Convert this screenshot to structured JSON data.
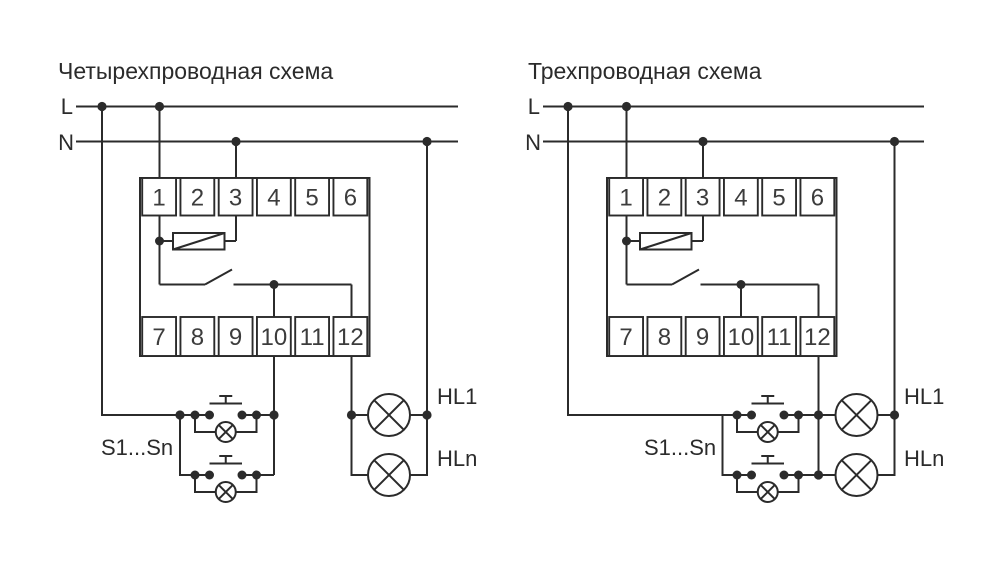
{
  "colors": {
    "wire": "#2b2b2b",
    "background": "#ffffff"
  },
  "diagrams": [
    {
      "title": "Четырехпроводная схема",
      "line_label": "L",
      "neutral_label": "N",
      "terminals_top": [
        "1",
        "2",
        "3",
        "4",
        "5",
        "6"
      ],
      "terminals_bottom": [
        "7",
        "8",
        "9",
        "10",
        "11",
        "12"
      ],
      "switches_label": "S1...Sn",
      "lamp_labels": [
        "HL1",
        "HLn"
      ]
    },
    {
      "title": "Трехпроводная схема",
      "line_label": "L",
      "neutral_label": "N",
      "terminals_top": [
        "1",
        "2",
        "3",
        "4",
        "5",
        "6"
      ],
      "terminals_bottom": [
        "7",
        "8",
        "9",
        "10",
        "11",
        "12"
      ],
      "switches_label": "S1...Sn",
      "lamp_labels": [
        "HL1",
        "HLn"
      ]
    }
  ]
}
